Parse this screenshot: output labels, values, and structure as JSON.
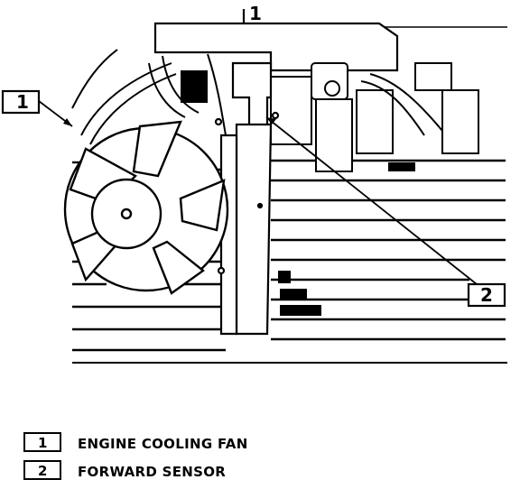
{
  "illustration": {
    "top_label": "1"
  },
  "callouts": [
    {
      "number": "1"
    },
    {
      "number": "2"
    }
  ],
  "legend": [
    {
      "number": "1",
      "label": "ENGINE COOLING FAN"
    },
    {
      "number": "2",
      "label": "FORWARD SENSOR"
    }
  ]
}
